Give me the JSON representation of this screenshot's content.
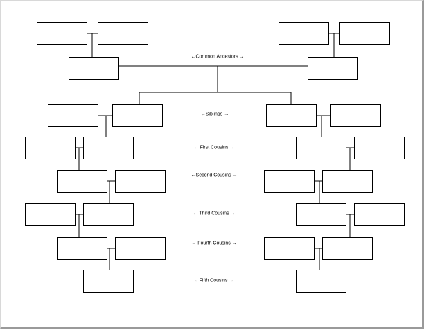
{
  "colors": {
    "line": "#000000",
    "box_border": "#000000",
    "page_shadow": "#9a9a9a"
  },
  "labels": {
    "common_ancestors": "←Common Ancestors →",
    "siblings": "←Siblings →",
    "first_cousins": "← First Cousins →",
    "second_cousins": "←Second Cousins →",
    "third_cousins": "← Third Cousins →",
    "fourth_cousins": "← Fourth Cousins →",
    "fifth_cousins": "←Fifth Cousins →"
  }
}
